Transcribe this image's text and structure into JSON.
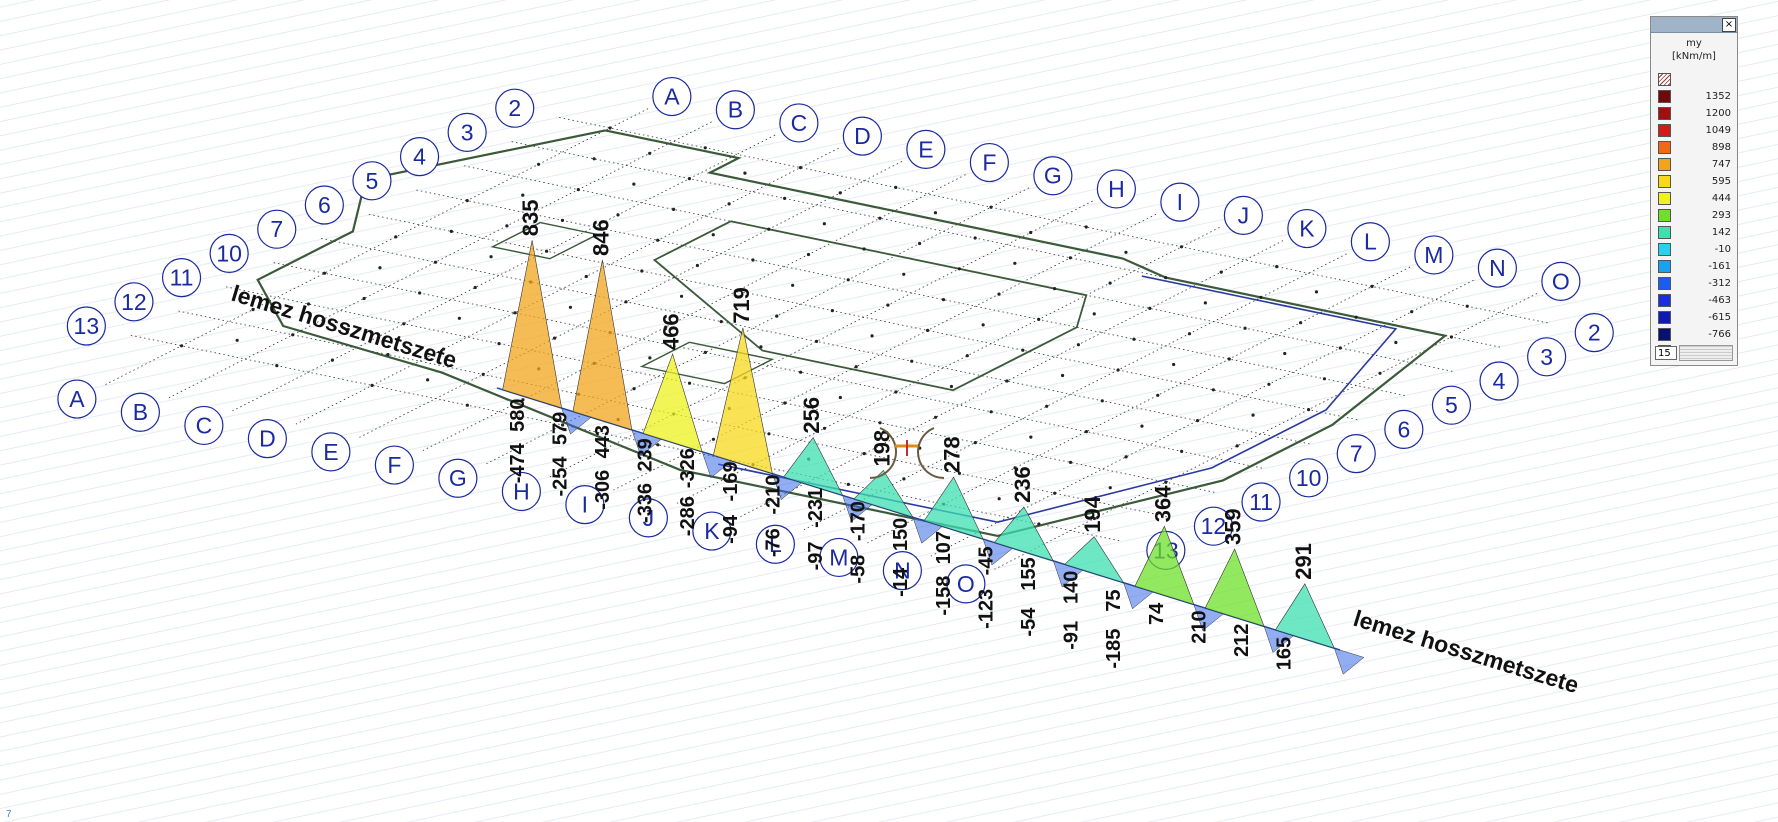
{
  "legend": {
    "title_line1": "my",
    "title_line2": "[kNm/m]",
    "close_label": "×",
    "step_value": "15",
    "items": [
      {
        "value": "1352",
        "color": "#6e0a0a"
      },
      {
        "value": "1200",
        "color": "#a01010"
      },
      {
        "value": "1049",
        "color": "#d21a1a"
      },
      {
        "value": "898",
        "color": "#ee6a16"
      },
      {
        "value": "747",
        "color": "#f2a51c"
      },
      {
        "value": "595",
        "color": "#f8d81c"
      },
      {
        "value": "444",
        "color": "#eef21e"
      },
      {
        "value": "293",
        "color": "#6ee02a"
      },
      {
        "value": "142",
        "color": "#3ee0b0"
      },
      {
        "value": "-10",
        "color": "#2ad0ee"
      },
      {
        "value": "-161",
        "color": "#1aa2ee"
      },
      {
        "value": "-312",
        "color": "#1a5ef0"
      },
      {
        "value": "-463",
        "color": "#1a2ee0"
      },
      {
        "value": "-615",
        "color": "#0e1ab0"
      },
      {
        "value": "-766",
        "color": "#0a1070"
      }
    ]
  },
  "section_label": "lemez hosszmetszete",
  "grid_letters": [
    "A",
    "B",
    "C",
    "D",
    "E",
    "F",
    "G",
    "H",
    "I",
    "J",
    "K",
    "L",
    "M",
    "N",
    "O"
  ],
  "grid_numbers": [
    "2",
    "3",
    "4",
    "5",
    "6",
    "7",
    "10",
    "11",
    "12",
    "13"
  ],
  "moment_peaks": [
    {
      "label": "835",
      "value": 835
    },
    {
      "label": "846",
      "value": 846
    },
    {
      "label": "466",
      "value": 466
    },
    {
      "label": "719",
      "value": 719
    },
    {
      "label": "256",
      "value": 256
    },
    {
      "label": "198",
      "value": 198
    },
    {
      "label": "278",
      "value": 278
    },
    {
      "label": "236",
      "value": 236
    },
    {
      "label": "194",
      "value": 194
    },
    {
      "label": "364",
      "value": 364
    },
    {
      "label": "359",
      "value": 359
    },
    {
      "label": "291",
      "value": 291
    }
  ],
  "moment_labels": [
    "580",
    "579",
    "443",
    "239",
    "-326",
    "-169",
    "-210",
    "-231",
    "-170",
    "150",
    "107",
    "-45",
    "155",
    "140",
    "75",
    "74",
    "210",
    "212",
    "165",
    "-474",
    "-254",
    "-306",
    "-336",
    "-286",
    "-94",
    "-76",
    "-97",
    "-58",
    "-14",
    "-158",
    "-123",
    "-54",
    "-91",
    "-185"
  ],
  "corner_mark": "7"
}
